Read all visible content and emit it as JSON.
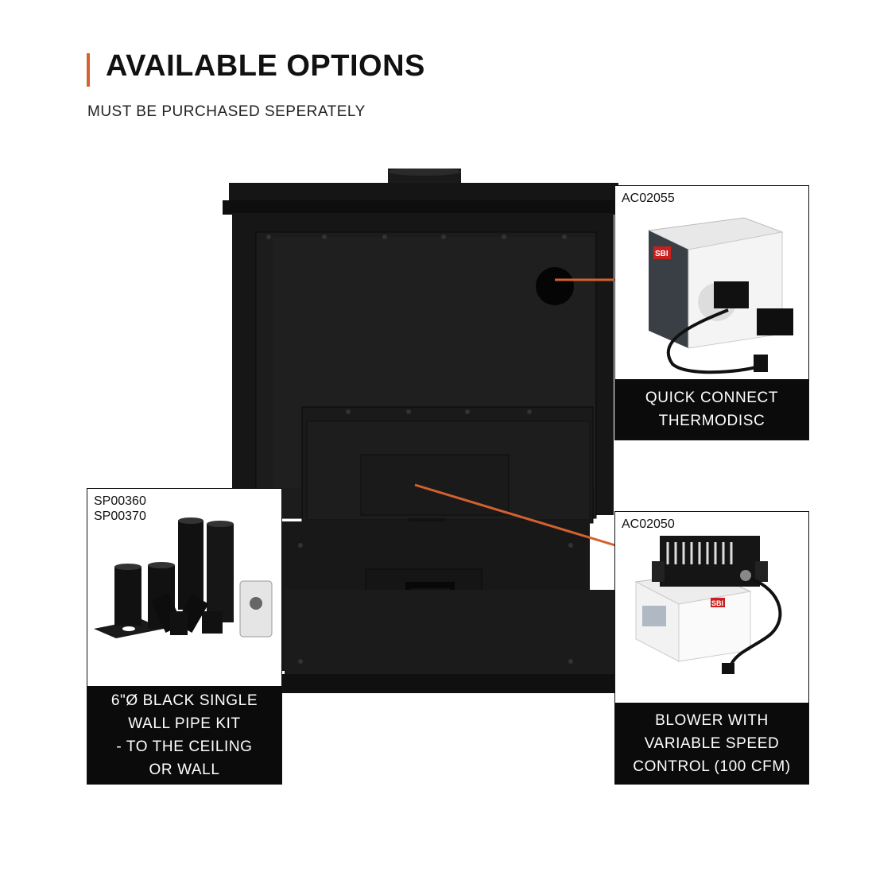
{
  "header": {
    "title": "AVAILABLE OPTIONS",
    "subtitle": "MUST BE PURCHASED SEPERATELY"
  },
  "colors": {
    "accent": "#d4612f",
    "stove": "#141414",
    "caption_bg": "#0b0b0b"
  },
  "options": [
    {
      "sku": "AC02055",
      "caption": "QUICK CONNECT\nTHERMODISC",
      "icon": "thermodisc-kit-icon",
      "box_text": "SBI"
    },
    {
      "sku": "SP00360\nSP00370",
      "caption": "6\"Ø BLACK SINGLE\nWALL PIPE KIT\n- TO THE CEILING\nOR WALL",
      "icon": "pipe-kit-icon"
    },
    {
      "sku": "AC02050",
      "caption": "BLOWER WITH\nVARIABLE SPEED\nCONTROL (100 CFM)",
      "icon": "blower-icon",
      "box_text": "SBI"
    }
  ]
}
